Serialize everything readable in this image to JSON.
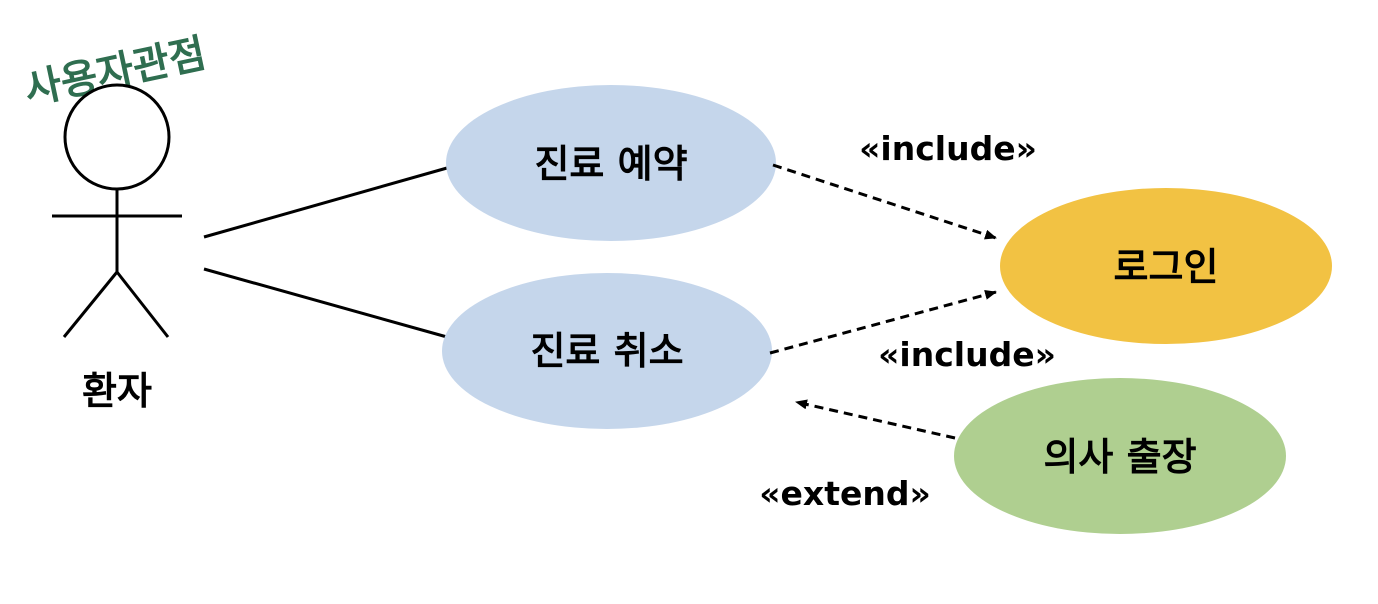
{
  "note": "사용자관점",
  "actor": {
    "label": "환자",
    "icon": "stick-figure-icon"
  },
  "use_cases": {
    "reserve": "진료 예약",
    "cancel": "진료 취소",
    "login": "로그인",
    "doctor_trip": "의사 출장"
  },
  "relations": {
    "include_reserve_login": "«include»",
    "include_cancel_login": "«include»",
    "extend_trip_cancel": "«extend»"
  },
  "colors": {
    "reserve_fill": "#c5d6eb",
    "cancel_fill": "#c5d6eb",
    "login_fill": "#f2c243",
    "doctor_trip_fill": "#afcf90",
    "note_color": "#2f6e50",
    "line_color": "#000000"
  }
}
